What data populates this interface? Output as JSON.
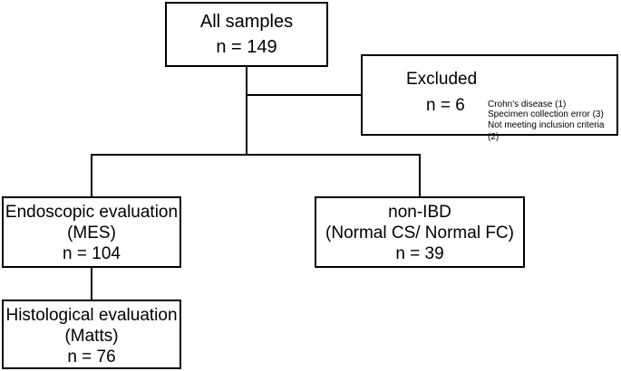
{
  "all_samples": {
    "title": "All samples",
    "count": "n = 149"
  },
  "excluded": {
    "title": "Excluded",
    "count": "n = 6",
    "reasons": [
      "Crohn's disease (1)",
      "Specimen collection error (3)",
      "Not meeting inclusion criteria (2)"
    ]
  },
  "endoscopic": {
    "line1": "Endoscopic evaluation",
    "line2": "(MES)",
    "count": "n = 104"
  },
  "non_ibd": {
    "line1": "non-IBD",
    "line2": "(Normal CS/ Normal FC)",
    "count": "n = 39"
  },
  "histological": {
    "line1": "Histological evaluation",
    "line2": "(Matts)",
    "count": "n = 76"
  }
}
